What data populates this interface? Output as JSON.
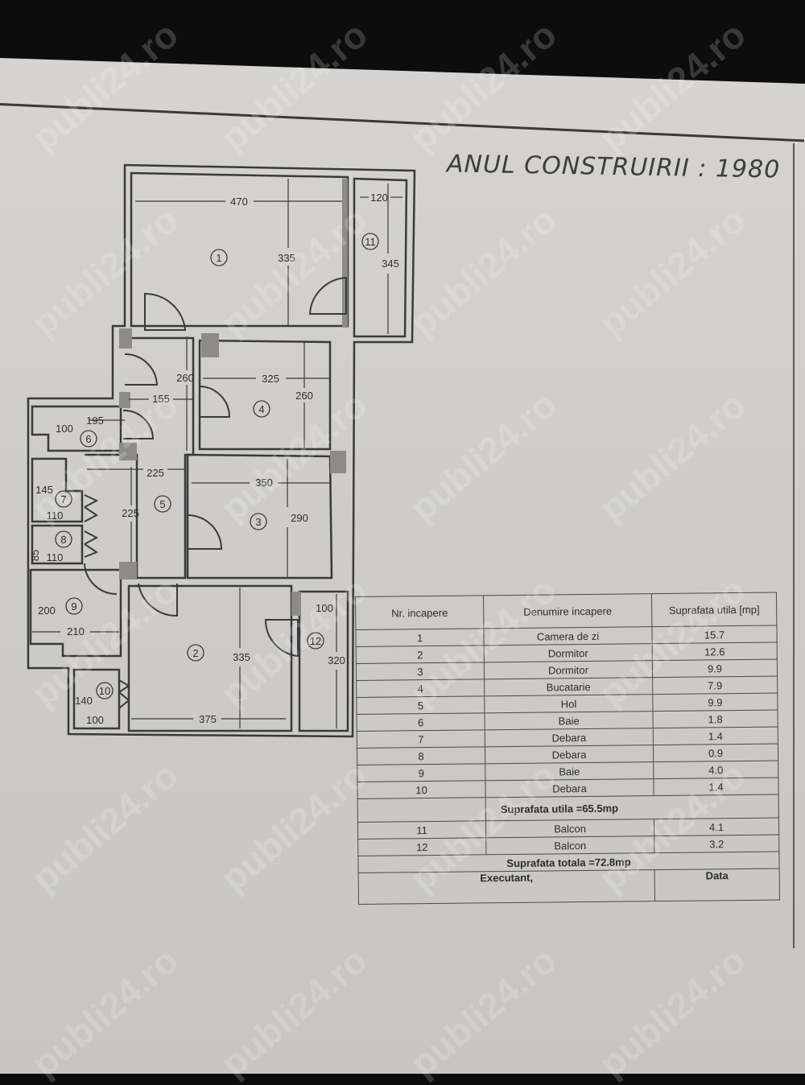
{
  "document": {
    "handwritten_note": "ANUL CONSTRUIRII : 1980",
    "watermark": "publi24.ro"
  },
  "plan": {
    "rooms": [
      {
        "nr": "1",
        "dims": [
          "470",
          "335"
        ]
      },
      {
        "nr": "2",
        "dims": [
          "375",
          "335"
        ]
      },
      {
        "nr": "3",
        "dims": [
          "350",
          "290"
        ]
      },
      {
        "nr": "4",
        "dims": [
          "325",
          "260"
        ]
      },
      {
        "nr": "5",
        "dims": [
          "225",
          "225",
          "155",
          "260"
        ]
      },
      {
        "nr": "6",
        "dims": [
          "195",
          "100"
        ]
      },
      {
        "nr": "7",
        "dims": [
          "145",
          "110"
        ]
      },
      {
        "nr": "8",
        "dims": [
          "85",
          "110"
        ]
      },
      {
        "nr": "9",
        "dims": [
          "200",
          "210"
        ]
      },
      {
        "nr": "10",
        "dims": [
          "140",
          "100"
        ]
      },
      {
        "nr": "11",
        "dims": [
          "120",
          "345"
        ]
      },
      {
        "nr": "12",
        "dims": [
          "100",
          "320"
        ]
      }
    ]
  },
  "table": {
    "headers": {
      "nr": "Nr. incapere",
      "name": "Denumire incapere",
      "area": "Suprafata utila [mp]"
    },
    "rows": [
      {
        "nr": "1",
        "name": "Camera de zi",
        "area": "15.7"
      },
      {
        "nr": "2",
        "name": "Dormitor",
        "area": "12.6"
      },
      {
        "nr": "3",
        "name": "Dormitor",
        "area": "9.9"
      },
      {
        "nr": "4",
        "name": "Bucatarie",
        "area": "7.9"
      },
      {
        "nr": "5",
        "name": "Hol",
        "area": "9.9"
      },
      {
        "nr": "6",
        "name": "Baie",
        "area": "1.8"
      },
      {
        "nr": "7",
        "name": "Debara",
        "area": "1.4"
      },
      {
        "nr": "8",
        "name": "Debara",
        "area": "0.9"
      },
      {
        "nr": "9",
        "name": "Baie",
        "area": "4.0"
      },
      {
        "nr": "10",
        "name": "Debara",
        "area": "1.4"
      }
    ],
    "subtotal": "Suprafata utila =65.5mp",
    "balconies": [
      {
        "nr": "11",
        "name": "Balcon",
        "area": "4.1"
      },
      {
        "nr": "12",
        "name": "Balcon",
        "area": "3.2"
      }
    ],
    "total": "Suprafata totala =72.8mp",
    "footer": {
      "executant": "Executant,",
      "data": "Data"
    }
  }
}
